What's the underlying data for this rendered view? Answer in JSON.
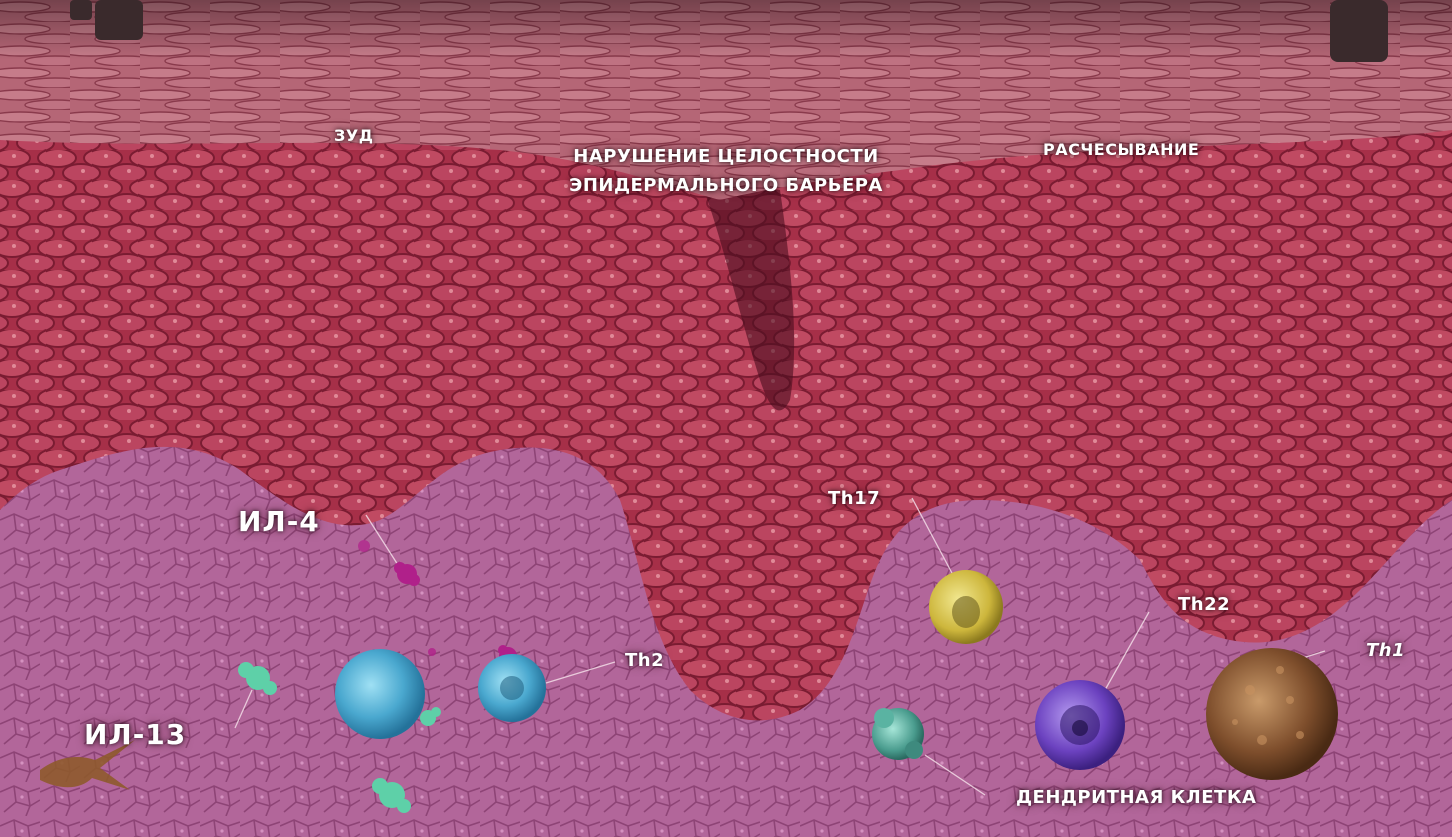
{
  "labels": {
    "itch": "ЗУД",
    "barrier_line1": "НАРУШЕНИЕ ЦЕЛОСТНОСТИ",
    "barrier_line2": "ЭПИДЕРМАЛЬНОГО БАРЬЕРА",
    "scratching": "РАСЧЕСЫВАНИЕ",
    "il4": "ИЛ-4",
    "il13": "ИЛ-13",
    "th2": "Th2",
    "th17": "Th17",
    "th22": "Th22",
    "th1": "Th1",
    "dendritic": "ДЕНДРИТНАЯ КЛЕТКА"
  },
  "colors": {
    "stratum_corneum": "#b86a78",
    "epidermis": "#a8324a",
    "dermis": "#b56a98",
    "th2_cell": "#58b6d8",
    "th17_cell": "#d8c84a",
    "th22_cell": "#7a4ec8",
    "th1_cell": "#8a5a36",
    "dendritic_cell": "#4fa89a",
    "il4_molecule": "#b0208a",
    "il13_molecule": "#5ed0a8"
  }
}
